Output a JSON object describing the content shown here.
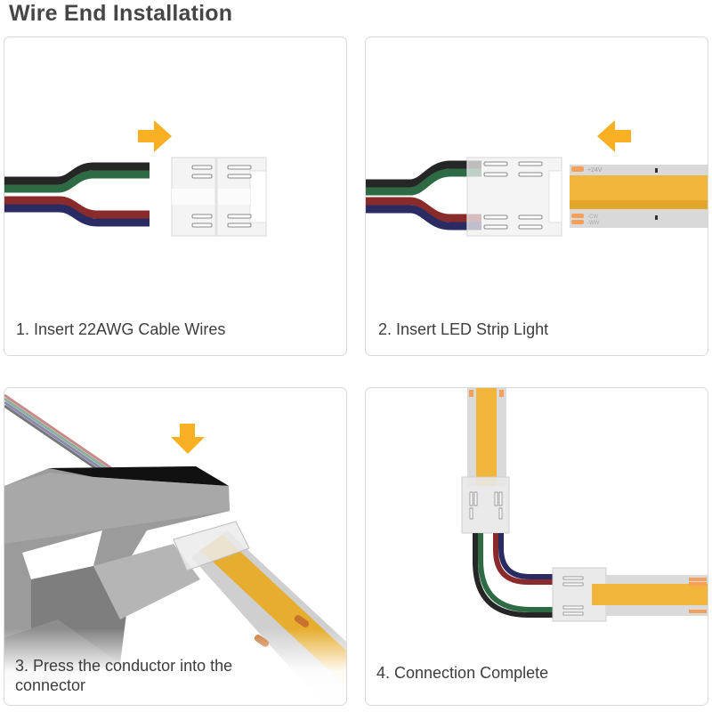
{
  "page": {
    "title": "Wire End Installation"
  },
  "steps": [
    {
      "number": 1,
      "caption": "1. Insert 22AWG Cable Wires",
      "arrow_direction": "right"
    },
    {
      "number": 2,
      "caption": "2. Insert LED Strip Light",
      "arrow_direction": "left",
      "strip_labels": [
        "+24V",
        "-CW",
        "-WW"
      ]
    },
    {
      "number": 3,
      "caption": "3. Press the conductor into the connector",
      "arrow_direction": "down"
    },
    {
      "number": 4,
      "caption": "4. Connection Complete"
    }
  ],
  "colors": {
    "arrow": "#f9b023",
    "strip_yellow": "#f0b53a",
    "strip_base": "#d9d9d9",
    "pad_orange": "#f5a05a",
    "wire_black": "#262626",
    "wire_green": "#2e6b45",
    "wire_red": "#8a2b2b",
    "wire_blue": "#2a2b63"
  }
}
